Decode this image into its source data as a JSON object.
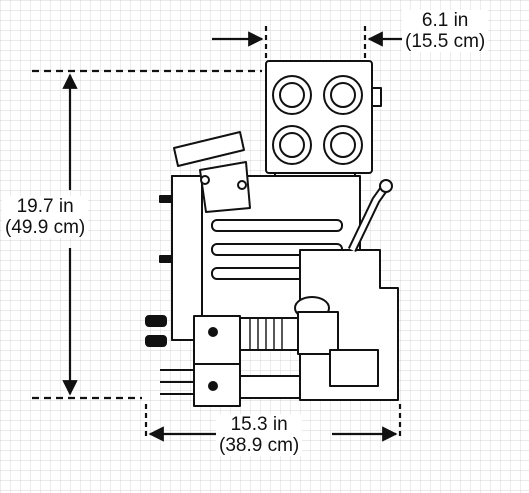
{
  "dimensions": {
    "width": {
      "imperial": "6.1 in",
      "metric": "(15.5 cm)"
    },
    "height": {
      "imperial": "19.7 in",
      "metric": "(49.9 cm)"
    },
    "depth": {
      "imperial": "15.3 in",
      "metric": "(38.9 cm)"
    }
  },
  "colors": {
    "line": "#111111",
    "grid": "#c9c9c9",
    "background": "#ffffff",
    "shade": "#d8d8d8"
  }
}
